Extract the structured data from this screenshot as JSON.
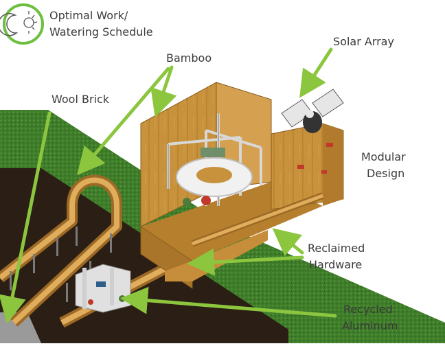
{
  "logo": {
    "icon": "sun-moon-icon",
    "color": "#6cbf3f"
  },
  "labels": {
    "schedule_line1": "Optimal Work/",
    "schedule_line2": "Watering Schedule",
    "bamboo": "Bamboo",
    "wool_brick": "Wool Brick",
    "solar_array": "Solar Array",
    "modular_line1": "Modular",
    "modular_line2": "Design",
    "reclaimed_line1": "Reclaimed",
    "reclaimed_line2": "Hardware",
    "recycled_line1": "Recycled",
    "recycled_line2": "Aluminum"
  },
  "colors": {
    "arrow": "#8cc63f",
    "grass": "#3f7d2a",
    "soil": "#2b1e14",
    "wood": "#c8923c",
    "wood_dark": "#9c6a26",
    "aluminum": "#e6e6e6"
  }
}
